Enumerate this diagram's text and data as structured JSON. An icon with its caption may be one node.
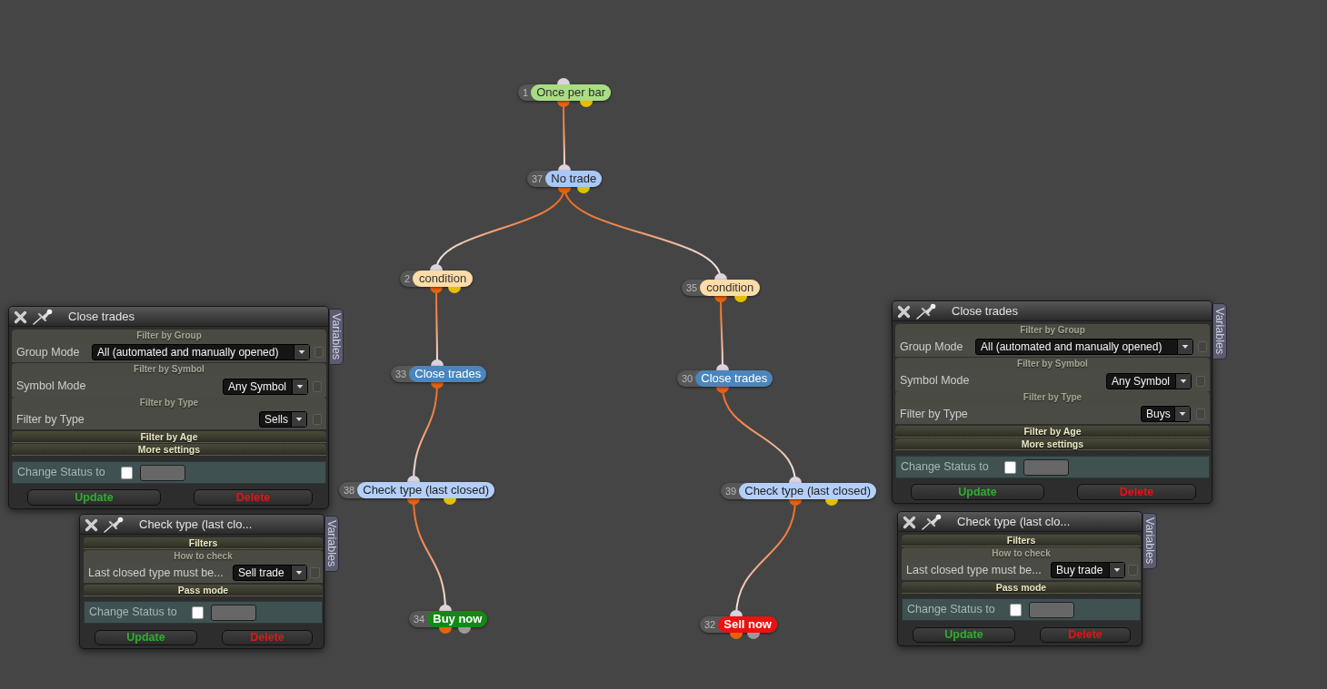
{
  "diagram": {
    "nodes": [
      {
        "text": [
          "1",
          "Once per bar"
        ]
      },
      {
        "text": [
          "37",
          "No trade"
        ]
      },
      {
        "text": [
          "2",
          "condition"
        ]
      },
      {
        "text": [
          "35",
          "condition"
        ]
      },
      {
        "text": [
          "33",
          "Close trades"
        ]
      },
      {
        "text": [
          "30",
          "Close trades"
        ]
      },
      {
        "text": [
          "38",
          "Check type (last closed)"
        ]
      },
      {
        "text": [
          "39",
          "Check type (last closed)"
        ]
      },
      {
        "text": [
          "34",
          "Buy now"
        ]
      },
      {
        "text": [
          "32",
          "Sell now"
        ]
      },
      {
        "text": [
          "Close trades"
        ]
      },
      {
        "text": [
          "Variables"
        ]
      },
      {
        "text": [
          "Filter by Group"
        ],
        "in": 10
      },
      {
        "text": [
          "Group Mode"
        ],
        "in": 10
      },
      {
        "text": [
          "All (automated and manually opened)"
        ],
        "in": 13
      },
      {
        "text": [
          "Filter by Symbol"
        ],
        "in": 10
      },
      {
        "text": [
          "Symbol Mode"
        ],
        "in": 10
      },
      {
        "text": [
          "Any Symbol"
        ],
        "in": 16
      },
      {
        "text": [
          "Filter by Type"
        ],
        "in": 10
      },
      {
        "text": [
          "Filter by Type"
        ],
        "in": 10
      },
      {
        "text": [
          "Sells"
        ],
        "in": 19
      },
      {
        "text": [
          "Filter by Age"
        ],
        "in": 10
      },
      {
        "text": [
          "More settings"
        ],
        "in": 10
      },
      {
        "text": [
          "Change Status to"
        ],
        "in": 10
      },
      {
        "text": [
          "Update"
        ],
        "in": 10
      },
      {
        "text": [
          "Delete"
        ],
        "in": 10
      },
      {
        "text": [
          "Check type (last clo..."
        ]
      },
      {
        "text": [
          "Variables"
        ]
      },
      {
        "text": [
          "Filters"
        ],
        "in": 26
      },
      {
        "text": [
          "How to check"
        ],
        "in": 26
      },
      {
        "text": [
          "Last closed type must be..."
        ],
        "in": 26
      },
      {
        "text": [
          "Sell trade"
        ],
        "in": 30
      },
      {
        "text": [
          "Pass mode"
        ],
        "in": 26
      },
      {
        "text": [
          "Change Status to"
        ],
        "in": 26
      },
      {
        "text": [
          "Update"
        ],
        "in": 26
      },
      {
        "text": [
          "Delete"
        ],
        "in": 26
      },
      {
        "text": [
          "Close trades"
        ]
      },
      {
        "text": [
          "Variables"
        ]
      },
      {
        "text": [
          "Filter by Group"
        ],
        "in": 36
      },
      {
        "text": [
          "Group Mode"
        ],
        "in": 36
      },
      {
        "text": [
          "All (automated and manually opened)"
        ],
        "in": 39
      },
      {
        "text": [
          "Filter by Symbol"
        ],
        "in": 36
      },
      {
        "text": [
          "Symbol Mode"
        ],
        "in": 36
      },
      {
        "text": [
          "Any Symbol"
        ],
        "in": 42
      },
      {
        "text": [
          "Filter by Type"
        ],
        "in": 36
      },
      {
        "text": [
          "Filter by Type"
        ],
        "in": 36
      },
      {
        "text": [
          "Buys"
        ],
        "in": 45
      },
      {
        "text": [
          "Filter by Age"
        ],
        "in": 36
      },
      {
        "text": [
          "More settings"
        ],
        "in": 36
      },
      {
        "text": [
          "Change Status to"
        ],
        "in": 36
      },
      {
        "text": [
          "Update"
        ],
        "in": 36
      },
      {
        "text": [
          "Delete"
        ],
        "in": 36
      },
      {
        "text": [
          "Check type (last clo..."
        ]
      },
      {
        "text": [
          "Variables"
        ]
      },
      {
        "text": [
          "Filters"
        ],
        "in": 52
      },
      {
        "text": [
          "How to check"
        ],
        "in": 52
      },
      {
        "text": [
          "Last closed type must be..."
        ],
        "in": 52
      },
      {
        "text": [
          "Buy trade"
        ],
        "in": 56
      },
      {
        "text": [
          "Pass mode"
        ],
        "in": 52
      },
      {
        "text": [
          "Change Status to"
        ],
        "in": 52
      },
      {
        "text": [
          "Update"
        ],
        "in": 52
      },
      {
        "text": [
          "Delete"
        ],
        "in": 52
      }
    ],
    "edges": [
      {
        "from": 0,
        "to": 1,
        "arrow": "other"
      },
      {
        "from": 1,
        "to": 2,
        "arrow": "other"
      },
      {
        "from": 1,
        "to": 3,
        "arrow": "other"
      },
      {
        "from": 2,
        "to": 4,
        "arrow": "other"
      },
      {
        "from": 3,
        "to": 5,
        "arrow": "other"
      },
      {
        "from": 4,
        "to": 6,
        "arrow": "other"
      },
      {
        "from": 5,
        "to": 7,
        "arrow": "other"
      },
      {
        "from": 6,
        "to": 8,
        "arrow": "other"
      },
      {
        "from": 7,
        "to": 9,
        "arrow": "other"
      }
    ]
  }
}
